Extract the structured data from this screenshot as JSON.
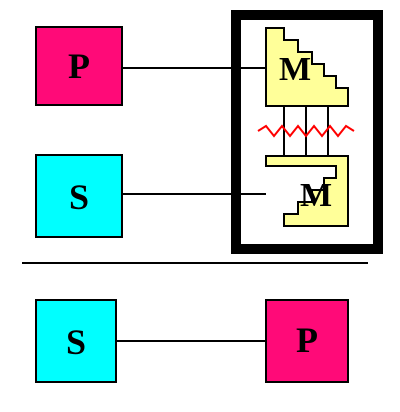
{
  "colors": {
    "p_fill": "#ff0a78",
    "s_fill": "#00ffff",
    "m_fill": "#ffff99",
    "stroke": "#000000",
    "zigzag": "#ff0000"
  },
  "top": {
    "box_p_label": "P",
    "box_s_label": "S",
    "enzyme_top_label": "M",
    "enzyme_bottom_label": "M"
  },
  "bottom": {
    "box_s_label": "S",
    "box_p_label": "P"
  }
}
